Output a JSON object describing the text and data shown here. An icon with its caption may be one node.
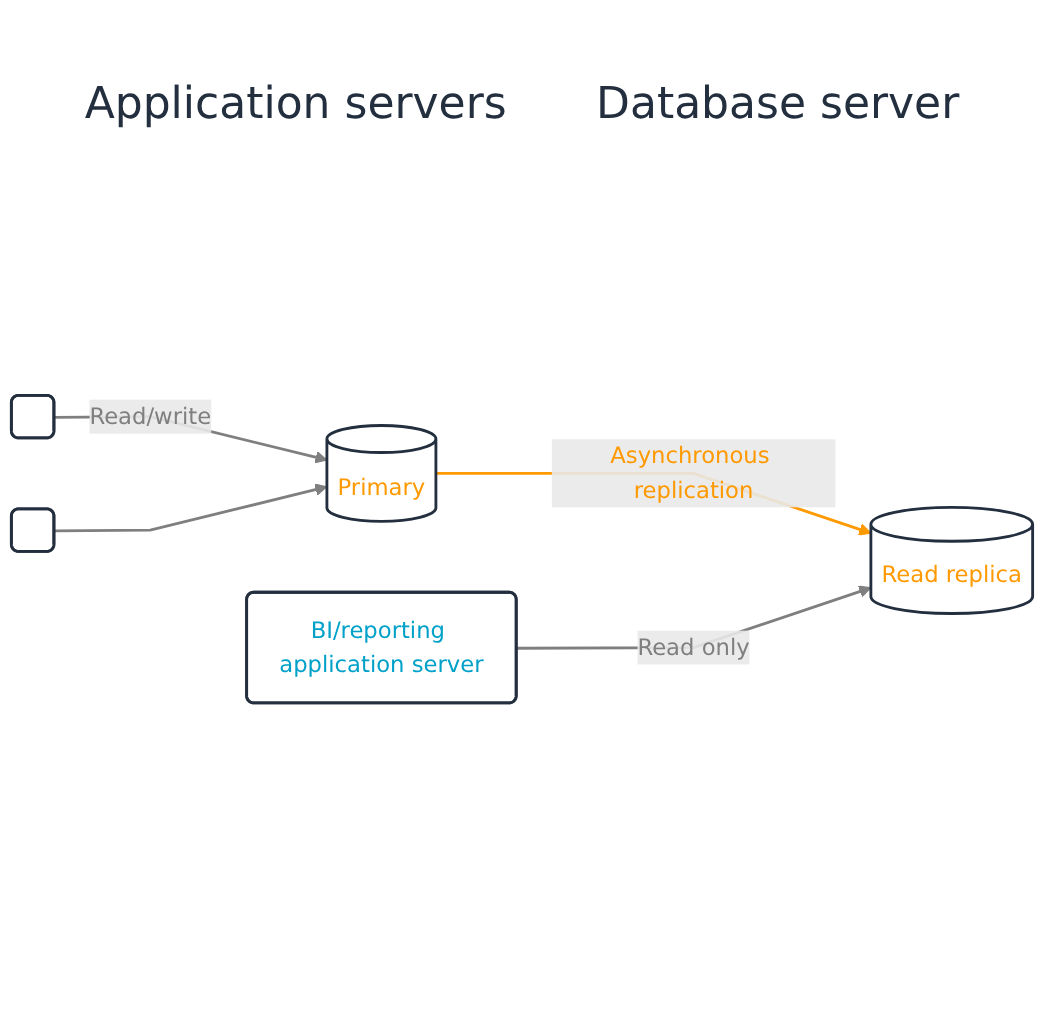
{
  "diagram": {
    "nodes": [
      {
        "text": [],
        "shape": "box"
      },
      {
        "text": [],
        "shape": "box"
      },
      {
        "text": [
          "Primary"
        ]
      },
      {
        "text": [
          "BI/reporting application server"
        ]
      },
      {
        "text": [
          "Read replica"
        ]
      }
    ],
    "edges": [
      {
        "from": 0,
        "to": 2,
        "arrow": "to",
        "label": "Read/write"
      },
      {
        "from": 1,
        "to": 2,
        "arrow": "to"
      },
      {
        "from": 2,
        "to": 4,
        "arrow": "to",
        "label": "Asynchronous replication",
        "color": "#ff9900"
      },
      {
        "from": 3,
        "to": 4,
        "arrow": "to",
        "label": "Read only"
      }
    ],
    "labels": [
      "Application servers",
      "Database server"
    ]
  }
}
